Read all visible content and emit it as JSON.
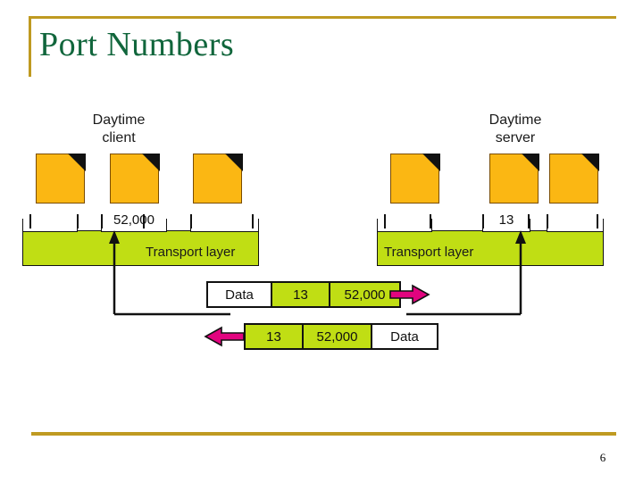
{
  "slide": {
    "title": "Port Numbers",
    "page_number": "6",
    "accent_gold": "#BF9A21",
    "title_green": "#11663C"
  },
  "colors": {
    "document_amber": "#FBB713",
    "transport_green": "#C0DE14",
    "arrow_magenta": "#E2047F",
    "outline_black": "#111111"
  },
  "diagram": {
    "client": {
      "label": "Daytime\nclient",
      "transport_label": "Transport layer",
      "port": "52,000",
      "process_count": 3
    },
    "server": {
      "label": "Daytime\nserver",
      "transport_label": "Transport layer",
      "port": "13",
      "process_count": 3
    },
    "packets": [
      {
        "name": "outgoing-packet",
        "direction": "right",
        "cells": [
          {
            "text": "Data",
            "fill": "white"
          },
          {
            "text": "13",
            "fill": "green"
          },
          {
            "text": "52,000",
            "fill": "green"
          }
        ]
      },
      {
        "name": "incoming-packet",
        "direction": "left",
        "cells": [
          {
            "text": "13",
            "fill": "green"
          },
          {
            "text": "52,000",
            "fill": "green"
          },
          {
            "text": "Data",
            "fill": "white"
          }
        ]
      }
    ]
  }
}
